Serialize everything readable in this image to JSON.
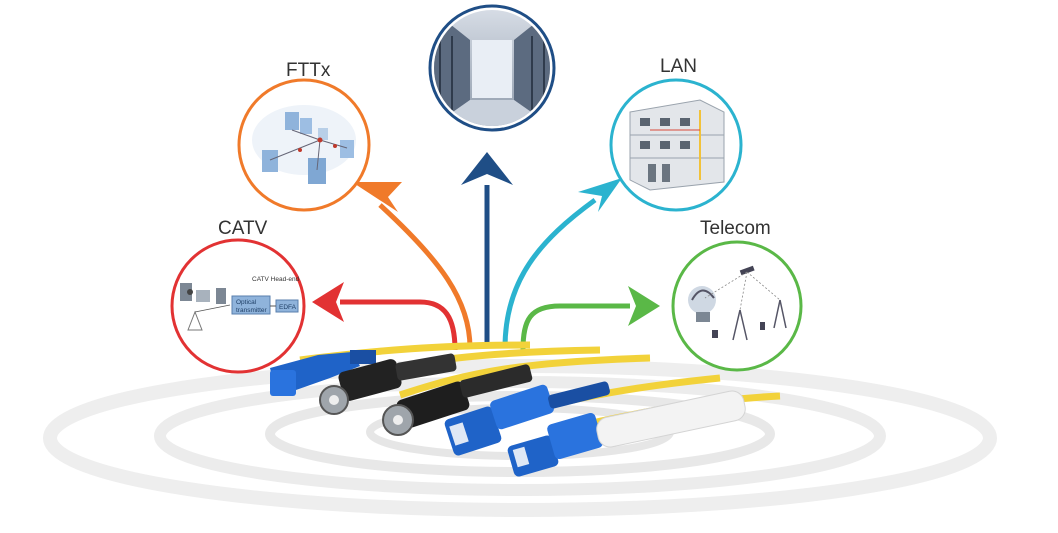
{
  "labels": {
    "fttx": "FTTx",
    "lan": "LAN",
    "catv": "CATV",
    "telecom": "Telecom"
  },
  "catv_inner": {
    "headend": "CATV Head-end",
    "transmitter_line1": "Optical",
    "transmitter_line2": "transmitter",
    "edfa": "EDFA"
  },
  "colors": {
    "fttx": "#f07a2a",
    "datacenter": "#1f4e86",
    "lan": "#2bb3cf",
    "catv": "#e23233",
    "telecom": "#5ab847",
    "fiber": "#f2d23a",
    "connector_blue": "#1f63c8",
    "connector_black": "#222222"
  }
}
